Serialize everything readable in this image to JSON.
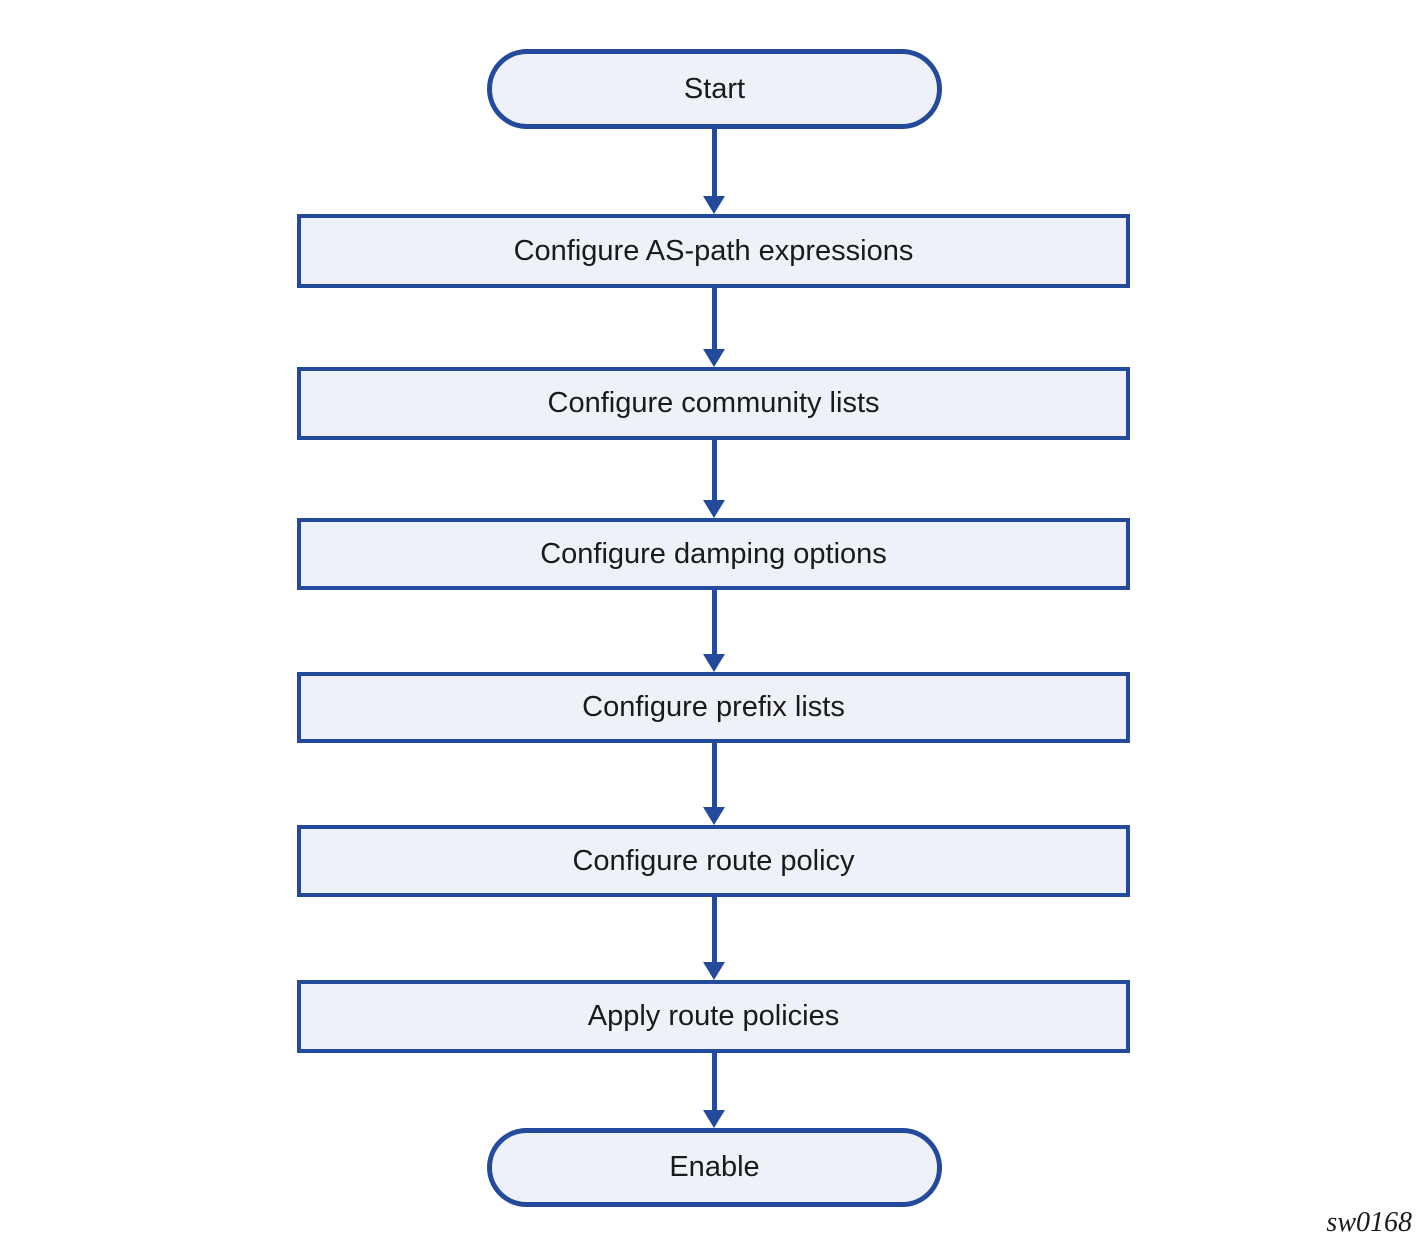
{
  "diagram": {
    "type": "flowchart",
    "figure_id": "sw0168",
    "colors": {
      "outline": "#234a9b",
      "fill": "#eef2f8",
      "text": "#1a1a1a",
      "background": "#ffffff"
    },
    "nodes": [
      {
        "id": "start",
        "shape": "terminator",
        "label": "Start"
      },
      {
        "id": "configure-as-path-expressions",
        "shape": "process",
        "label": "Configure AS-path expressions"
      },
      {
        "id": "configure-community-lists",
        "shape": "process",
        "label": "Configure community lists"
      },
      {
        "id": "configure-damping-options",
        "shape": "process",
        "label": "Configure damping options"
      },
      {
        "id": "configure-prefix-lists",
        "shape": "process",
        "label": "Configure prefix lists"
      },
      {
        "id": "configure-route-policy",
        "shape": "process",
        "label": "Configure route policy"
      },
      {
        "id": "apply-route-policies",
        "shape": "process",
        "label": "Apply route policies"
      },
      {
        "id": "enable",
        "shape": "terminator",
        "label": "Enable"
      }
    ],
    "edges": [
      {
        "from": "start",
        "to": "configure-as-path-expressions"
      },
      {
        "from": "configure-as-path-expressions",
        "to": "configure-community-lists"
      },
      {
        "from": "configure-community-lists",
        "to": "configure-damping-options"
      },
      {
        "from": "configure-damping-options",
        "to": "configure-prefix-lists"
      },
      {
        "from": "configure-prefix-lists",
        "to": "configure-route-policy"
      },
      {
        "from": "configure-route-policy",
        "to": "apply-route-policies"
      },
      {
        "from": "apply-route-policies",
        "to": "enable"
      }
    ]
  }
}
